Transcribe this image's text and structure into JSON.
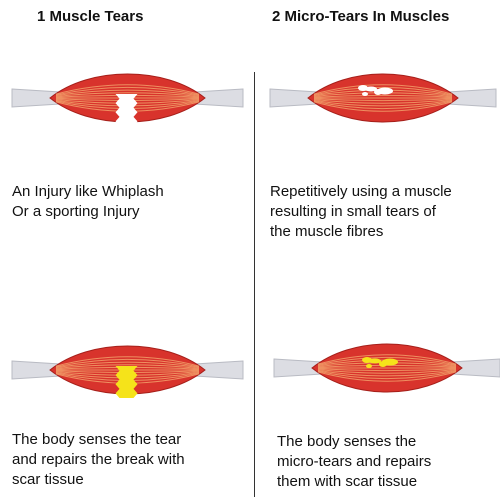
{
  "panels": [
    {
      "title": "1 Muscle Tears",
      "caption_lines": [
        "An Injury like Whiplash",
        "Or a sporting Injury"
      ]
    },
    {
      "title": "2 Micro-Tears In Muscles",
      "caption_lines": [
        "Repetitively using a muscle",
        "resulting in small tears of",
        "the muscle fibres"
      ]
    },
    {
      "caption_lines": [
        "The body senses the tear",
        "and repairs the break with",
        "scar tissue"
      ]
    },
    {
      "caption_lines": [
        "The body senses the",
        "micro-tears and repairs",
        "them with scar tissue"
      ]
    }
  ],
  "colors": {
    "muscle": "#d8332c",
    "fibre": "#f2a06a",
    "tendon": "#dcdde3",
    "scar": "#f5e31a",
    "tear": "#ffffff"
  }
}
